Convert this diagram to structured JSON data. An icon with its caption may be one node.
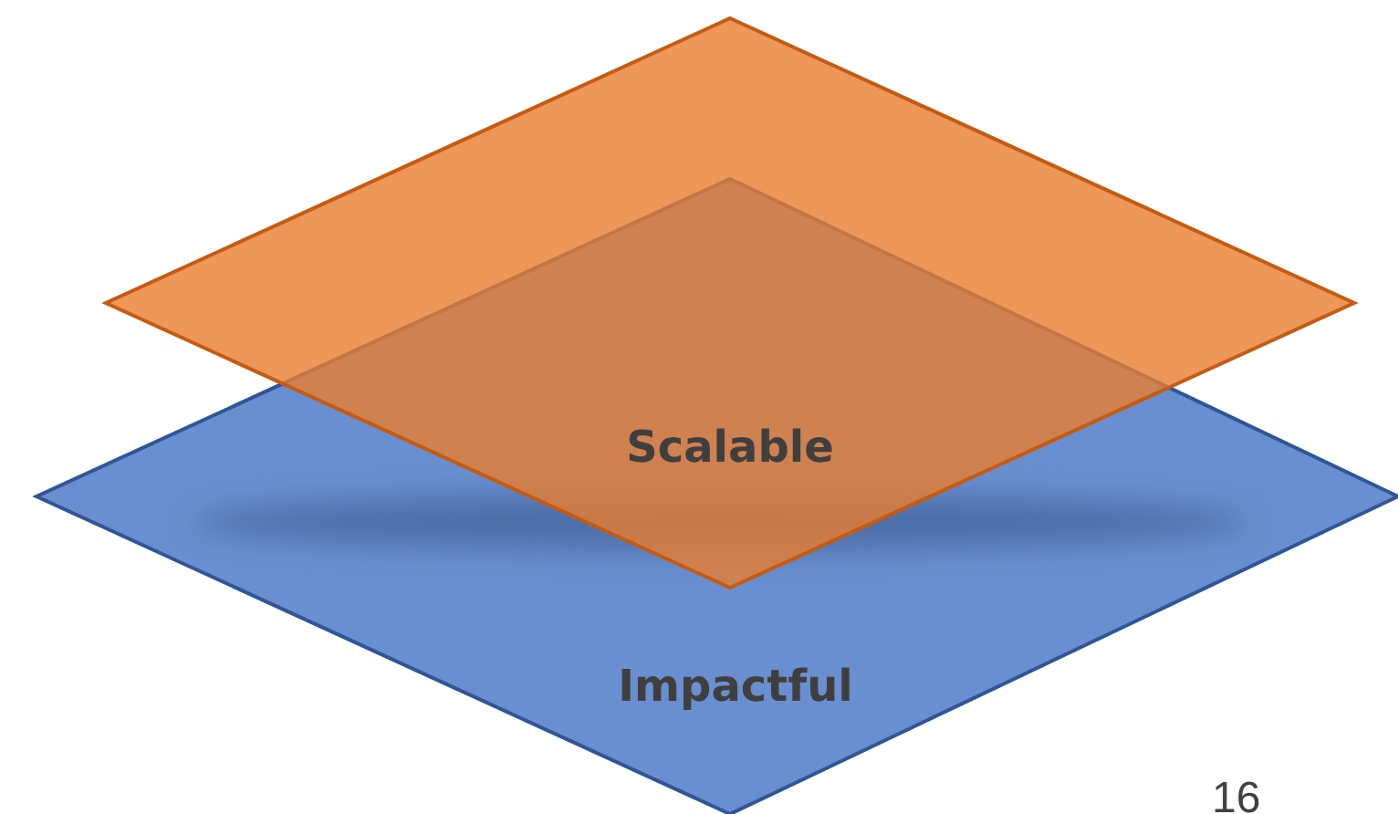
{
  "diagram": {
    "nodes": [
      {
        "text": [
          "Impactful"
        ]
      },
      {
        "text": [
          "Scalable"
        ]
      }
    ],
    "labels": [
      "16"
    ]
  }
}
